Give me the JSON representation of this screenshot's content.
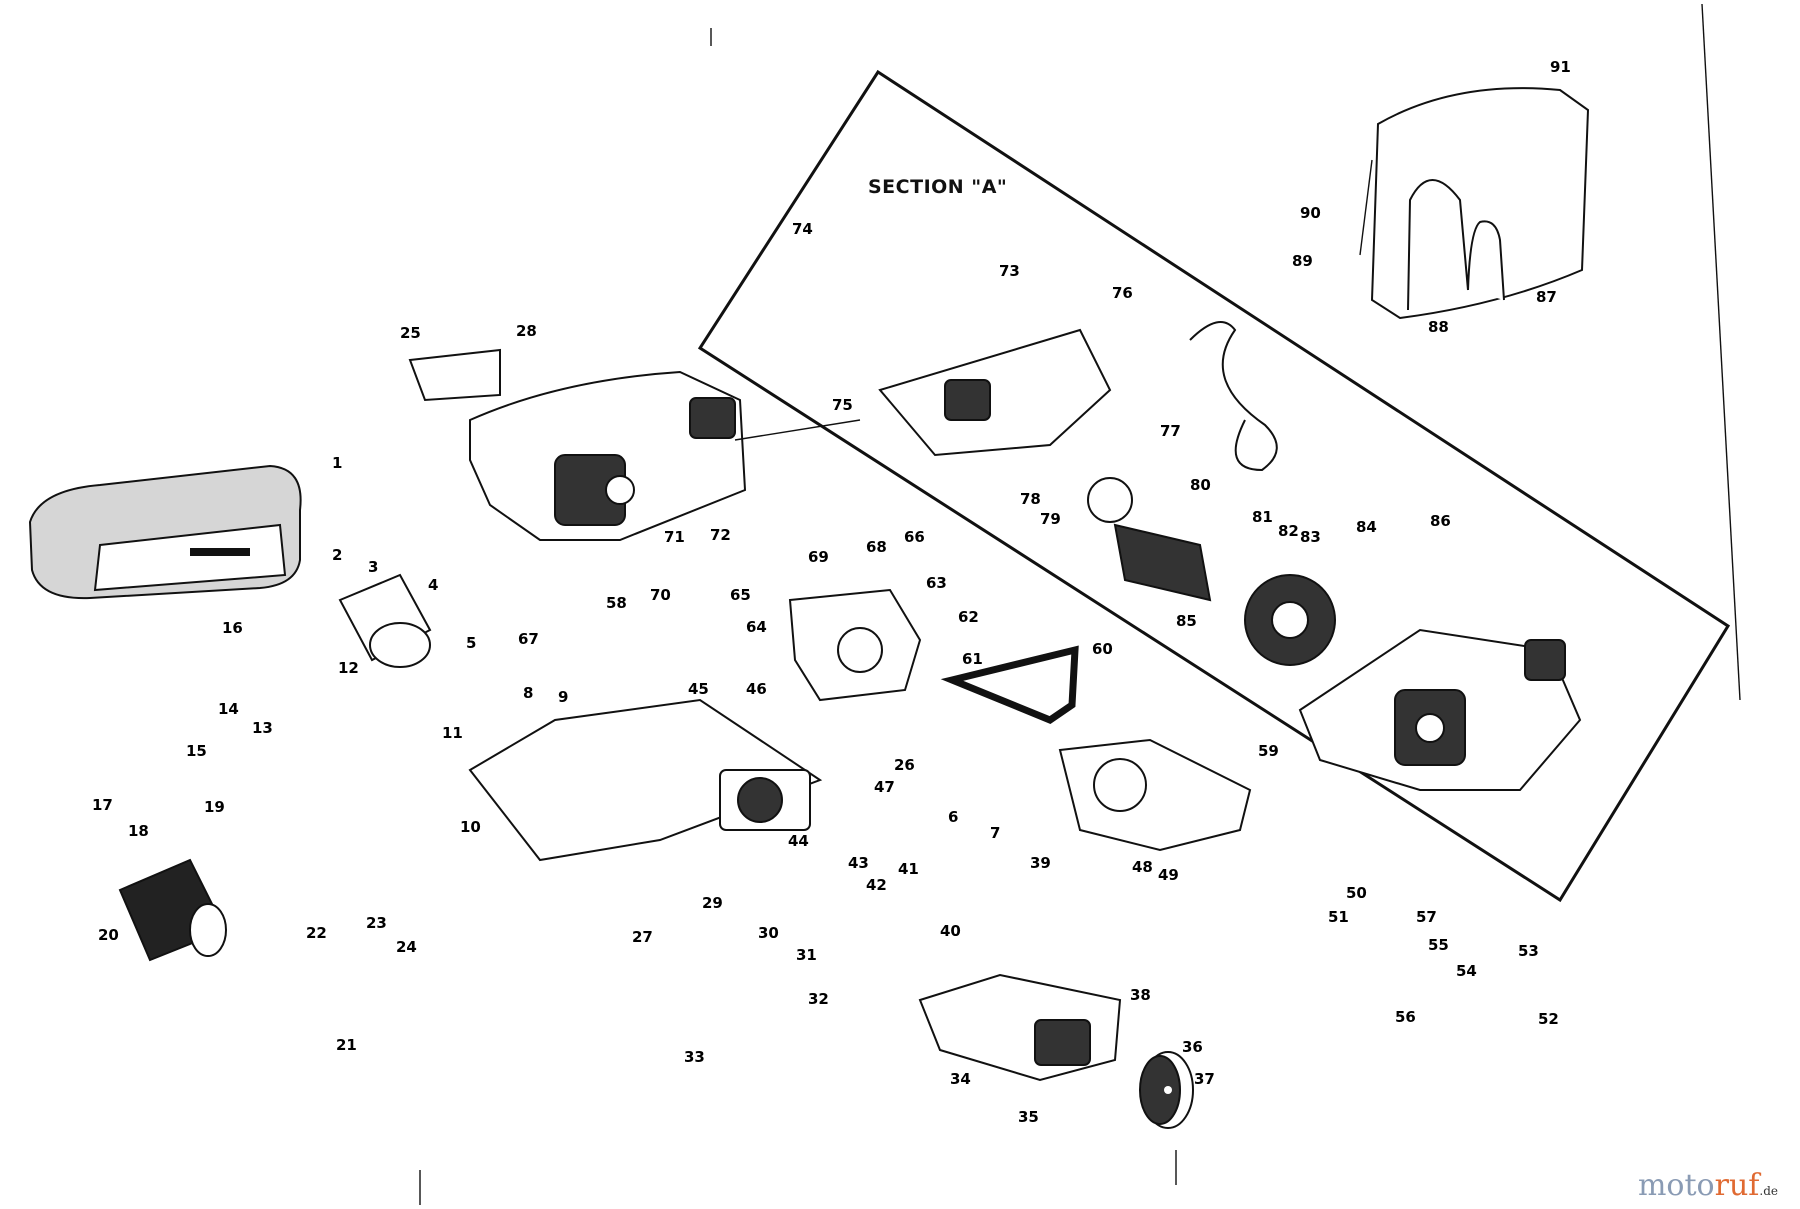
{
  "section_title": "SECTION \"A\"",
  "watermark": {
    "brand_a": "moto",
    "brand_b": "ruf",
    "tld": ".de"
  },
  "labels": [
    {
      "key": "p1",
      "text": "1"
    },
    {
      "key": "p2",
      "text": "2"
    },
    {
      "key": "p3",
      "text": "3"
    },
    {
      "key": "p4",
      "text": "4"
    },
    {
      "key": "p5",
      "text": "5"
    },
    {
      "key": "p6",
      "text": "6"
    },
    {
      "key": "p7",
      "text": "7"
    },
    {
      "key": "p8",
      "text": "8"
    },
    {
      "key": "p9",
      "text": "9"
    },
    {
      "key": "p10",
      "text": "10"
    },
    {
      "key": "p11",
      "text": "11"
    },
    {
      "key": "p12",
      "text": "12"
    },
    {
      "key": "p13",
      "text": "13"
    },
    {
      "key": "p14",
      "text": "14"
    },
    {
      "key": "p15",
      "text": "15"
    },
    {
      "key": "p16",
      "text": "16"
    },
    {
      "key": "p17",
      "text": "17"
    },
    {
      "key": "p18",
      "text": "18"
    },
    {
      "key": "p19",
      "text": "19"
    },
    {
      "key": "p20",
      "text": "20"
    },
    {
      "key": "p21",
      "text": "21"
    },
    {
      "key": "p22",
      "text": "22"
    },
    {
      "key": "p23",
      "text": "23"
    },
    {
      "key": "p24",
      "text": "24"
    },
    {
      "key": "p25",
      "text": "25"
    },
    {
      "key": "p26",
      "text": "26"
    },
    {
      "key": "p27",
      "text": "27"
    },
    {
      "key": "p28",
      "text": "28"
    },
    {
      "key": "p29",
      "text": "29"
    },
    {
      "key": "p30",
      "text": "30"
    },
    {
      "key": "p31",
      "text": "31"
    },
    {
      "key": "p32",
      "text": "32"
    },
    {
      "key": "p33",
      "text": "33"
    },
    {
      "key": "p34",
      "text": "34"
    },
    {
      "key": "p35",
      "text": "35"
    },
    {
      "key": "p36",
      "text": "36"
    },
    {
      "key": "p37",
      "text": "37"
    },
    {
      "key": "p38",
      "text": "38"
    },
    {
      "key": "p39",
      "text": "39"
    },
    {
      "key": "p40",
      "text": "40"
    },
    {
      "key": "p41",
      "text": "41"
    },
    {
      "key": "p42",
      "text": "42"
    },
    {
      "key": "p43",
      "text": "43"
    },
    {
      "key": "p44",
      "text": "44"
    },
    {
      "key": "p45",
      "text": "45"
    },
    {
      "key": "p46",
      "text": "46"
    },
    {
      "key": "p47",
      "text": "47"
    },
    {
      "key": "p48",
      "text": "48"
    },
    {
      "key": "p49",
      "text": "49"
    },
    {
      "key": "p50",
      "text": "50"
    },
    {
      "key": "p51",
      "text": "51"
    },
    {
      "key": "p52",
      "text": "52"
    },
    {
      "key": "p53",
      "text": "53"
    },
    {
      "key": "p54",
      "text": "54"
    },
    {
      "key": "p55",
      "text": "55"
    },
    {
      "key": "p56",
      "text": "56"
    },
    {
      "key": "p57",
      "text": "57"
    },
    {
      "key": "p58",
      "text": "58"
    },
    {
      "key": "p59",
      "text": "59"
    },
    {
      "key": "p60",
      "text": "60"
    },
    {
      "key": "p61",
      "text": "61"
    },
    {
      "key": "p62",
      "text": "62"
    },
    {
      "key": "p63",
      "text": "63"
    },
    {
      "key": "p64",
      "text": "64"
    },
    {
      "key": "p65",
      "text": "65"
    },
    {
      "key": "p66",
      "text": "66"
    },
    {
      "key": "p67",
      "text": "67"
    },
    {
      "key": "p68",
      "text": "68"
    },
    {
      "key": "p69",
      "text": "69"
    },
    {
      "key": "p70",
      "text": "70"
    },
    {
      "key": "p71",
      "text": "71"
    },
    {
      "key": "p72",
      "text": "72"
    },
    {
      "key": "p73",
      "text": "73"
    },
    {
      "key": "p74",
      "text": "74"
    },
    {
      "key": "p75",
      "text": "75"
    },
    {
      "key": "p76",
      "text": "76"
    },
    {
      "key": "p77",
      "text": "77"
    },
    {
      "key": "p78",
      "text": "78"
    },
    {
      "key": "p79",
      "text": "79"
    },
    {
      "key": "p80",
      "text": "80"
    },
    {
      "key": "p81",
      "text": "81"
    },
    {
      "key": "p82",
      "text": "82"
    },
    {
      "key": "p83",
      "text": "83"
    },
    {
      "key": "p84",
      "text": "84"
    },
    {
      "key": "p85",
      "text": "85"
    },
    {
      "key": "p86",
      "text": "86"
    },
    {
      "key": "p87",
      "text": "87"
    },
    {
      "key": "p88",
      "text": "88"
    },
    {
      "key": "p89",
      "text": "89"
    },
    {
      "key": "p90",
      "text": "90"
    },
    {
      "key": "p91",
      "text": "91"
    }
  ]
}
